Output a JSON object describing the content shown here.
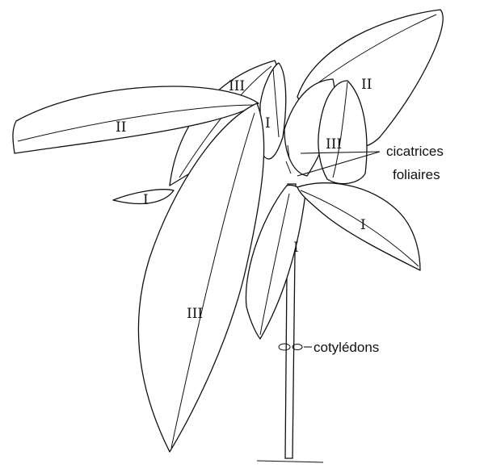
{
  "labels": {
    "leaf_scars_line1": "cicatrices",
    "leaf_scars_line2": "foliaires",
    "cotyledons": "cotylédons"
  },
  "leaf_pair_markers": {
    "first": "I",
    "second": "II",
    "third": "III"
  }
}
